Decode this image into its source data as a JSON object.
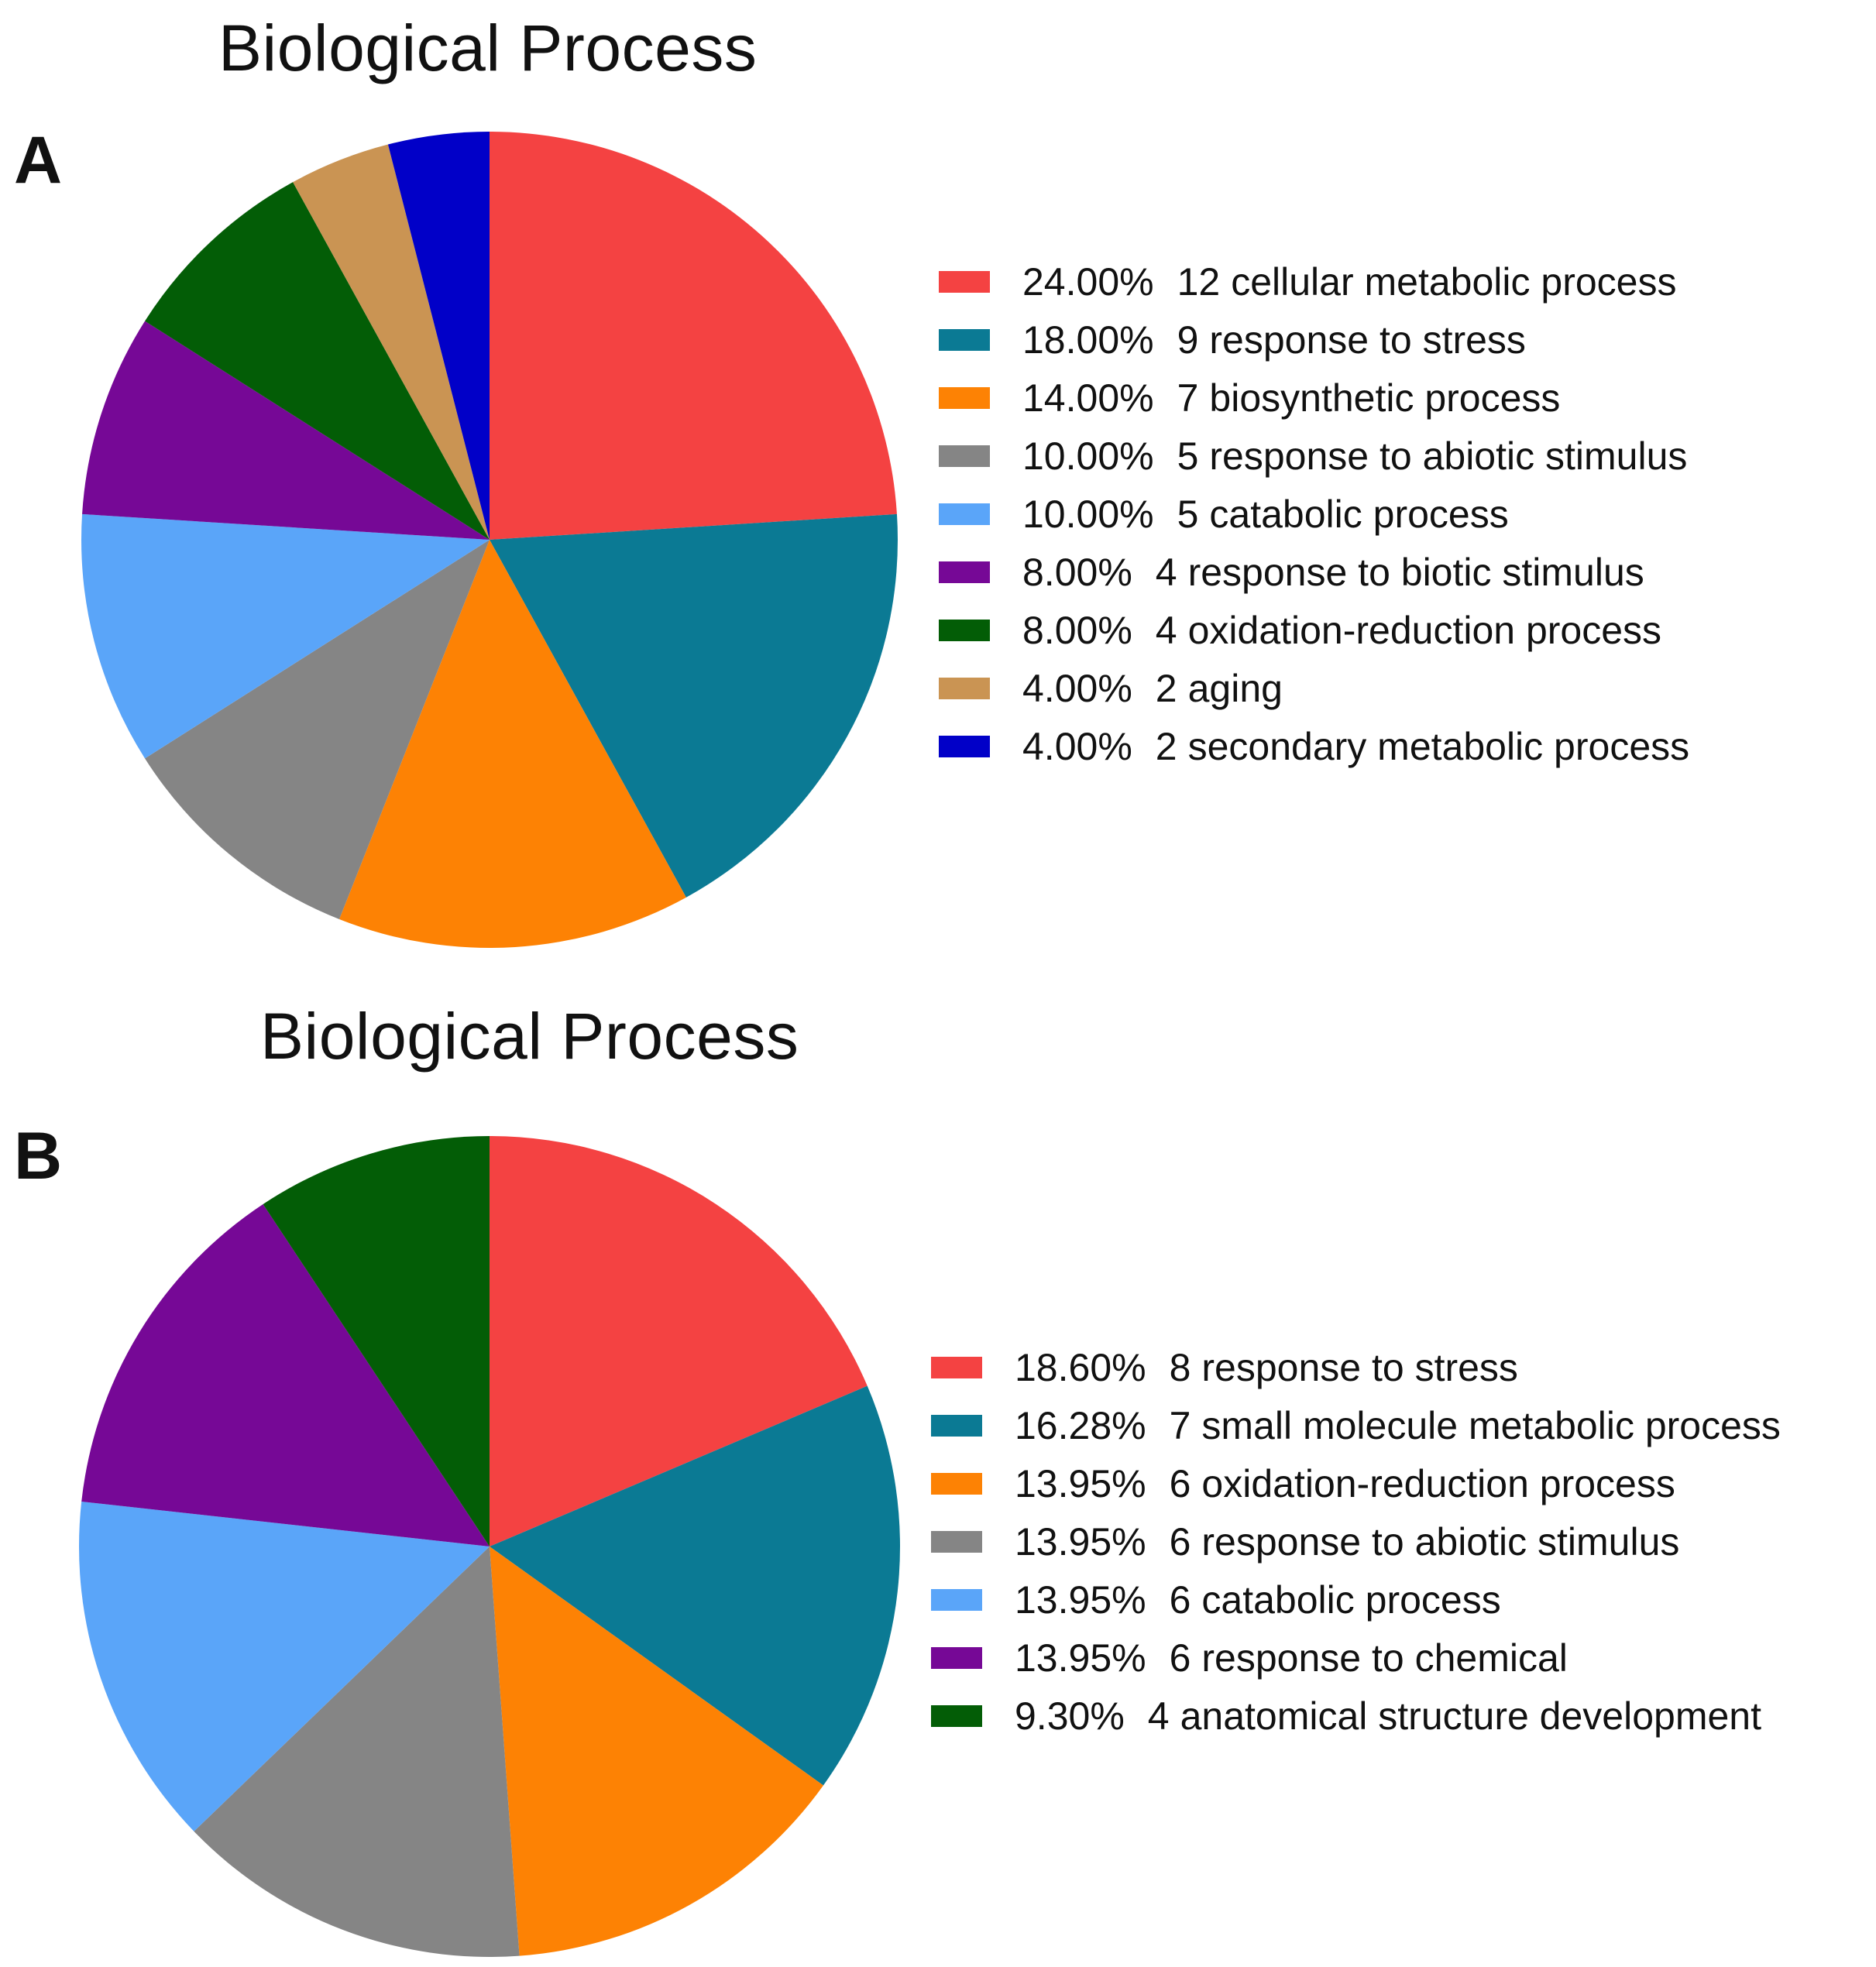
{
  "chart_data": [
    {
      "type": "pie",
      "panel_label": "A",
      "title": "Biological Process",
      "legend_position": "right",
      "start_angle": "12 o'clock",
      "direction": "clockwise",
      "slices": [
        {
          "label": "cellular metabolic process",
          "percent_label": "24.00%",
          "count": "12",
          "value": 24.0,
          "color": "#f44242"
        },
        {
          "label": "response to stress",
          "percent_label": "18.00%",
          "count": "9",
          "value": 18.0,
          "color": "#0b7a94"
        },
        {
          "label": "biosynthetic process",
          "percent_label": "14.00%",
          "count": "7",
          "value": 14.0,
          "color": "#fd8204"
        },
        {
          "label": "response to abiotic stimulus",
          "percent_label": "10.00%",
          "count": "5",
          "value": 10.0,
          "color": "#858585"
        },
        {
          "label": "catabolic process",
          "percent_label": "10.00%",
          "count": "5",
          "value": 10.0,
          "color": "#5aa5f9"
        },
        {
          "label": "response to biotic stimulus",
          "percent_label": "8.00%",
          "count": "4",
          "value": 8.0,
          "color": "#760896"
        },
        {
          "label": "oxidation-reduction process",
          "percent_label": "8.00%",
          "count": "4",
          "value": 8.0,
          "color": "#035d06"
        },
        {
          "label": "aging",
          "percent_label": "4.00%",
          "count": "2",
          "value": 4.0,
          "color": "#ca9453"
        },
        {
          "label": "secondary metabolic process",
          "percent_label": "4.00%",
          "count": "2",
          "value": 4.0,
          "color": "#0100c8"
        }
      ]
    },
    {
      "type": "pie",
      "panel_label": "B",
      "title": "Biological Process",
      "legend_position": "right",
      "start_angle": "12 o'clock",
      "direction": "clockwise",
      "slices": [
        {
          "label": "response to stress",
          "percent_label": "18.60%",
          "count": "8",
          "value": 18.6,
          "color": "#f44242"
        },
        {
          "label": "small molecule metabolic process",
          "percent_label": "16.28%",
          "count": "7",
          "value": 16.28,
          "color": "#0b7a94"
        },
        {
          "label": "oxidation-reduction process",
          "percent_label": "13.95%",
          "count": "6",
          "value": 13.95,
          "color": "#fd8204"
        },
        {
          "label": "response to abiotic stimulus",
          "percent_label": "13.95%",
          "count": "6",
          "value": 13.95,
          "color": "#858585"
        },
        {
          "label": "catabolic process",
          "percent_label": "13.95%",
          "count": "6",
          "value": 13.95,
          "color": "#5aa5f9"
        },
        {
          "label": "response to chemical",
          "percent_label": "13.95%",
          "count": "6",
          "value": 13.95,
          "color": "#760896"
        },
        {
          "label": "anatomical structure development",
          "percent_label": "9.30%",
          "count": "4",
          "value": 9.3,
          "color": "#035d06"
        }
      ]
    }
  ]
}
